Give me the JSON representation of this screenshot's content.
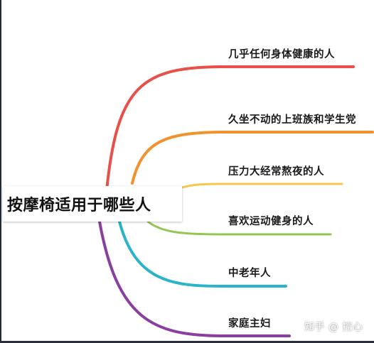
{
  "root": {
    "label": "按摩椅适用于哪些人"
  },
  "branches": [
    {
      "label": "几乎任何身体健康的人",
      "color": "#e8504a"
    },
    {
      "label": "久坐不动的上班族和学生党",
      "color": "#f0922e"
    },
    {
      "label": "压力大经常熬夜的人",
      "color": "#f2c94c"
    },
    {
      "label": "喜欢运动健身的人",
      "color": "#93c551"
    },
    {
      "label": "中老年人",
      "color": "#2bb4c8"
    },
    {
      "label": "家庭主妇",
      "color": "#8a3fa0"
    }
  ],
  "watermark": "知乎 @ 控心"
}
